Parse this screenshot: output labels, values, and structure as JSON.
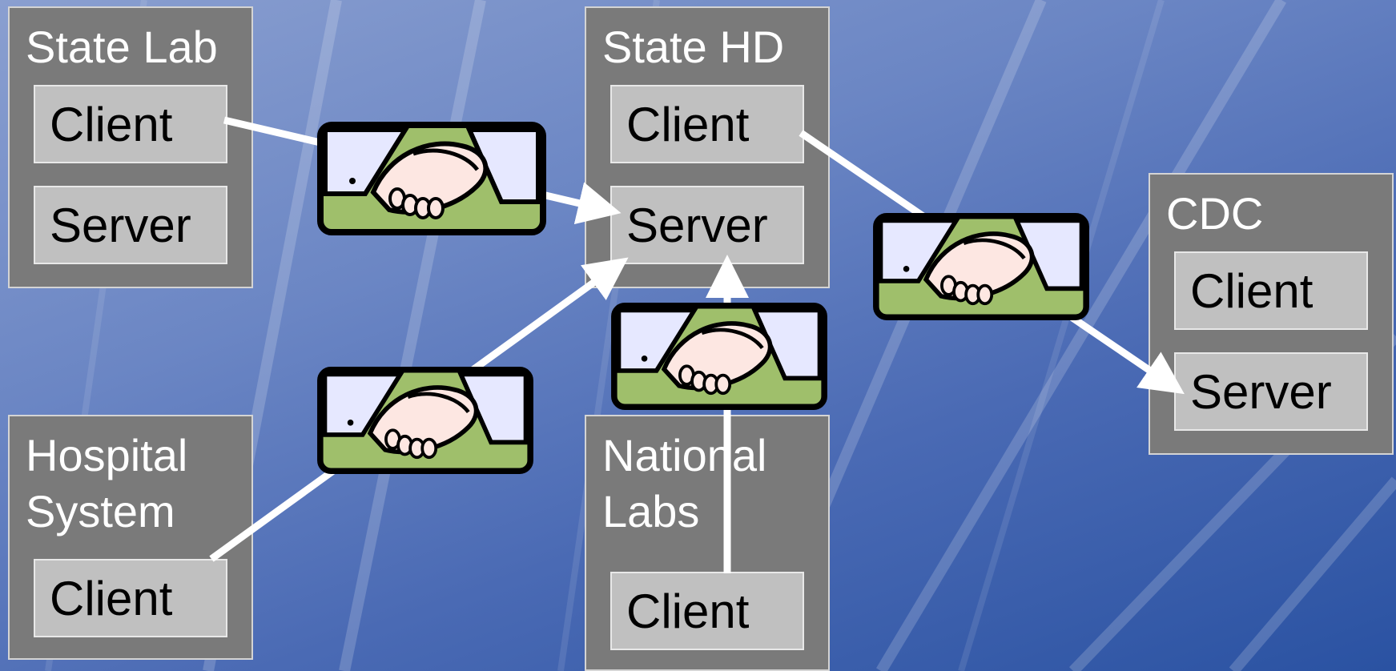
{
  "nodes": {
    "state_lab": {
      "title": "State Lab",
      "client": "Client",
      "server": "Server"
    },
    "state_hd": {
      "title": "State HD",
      "client": "Client",
      "server": "Server"
    },
    "cdc": {
      "title": "CDC",
      "client": "Client",
      "server": "Server"
    },
    "hospital_system": {
      "title": "Hospital\nSystem",
      "client": "Client"
    },
    "national_labs": {
      "title": "National\nLabs",
      "client": "Client"
    }
  },
  "icons": [
    "handshake-icon",
    "handshake-icon",
    "handshake-icon",
    "handshake-icon"
  ],
  "colors": {
    "node_fill": "#7a7a7a",
    "box_fill": "#c0c0c0",
    "connector": "#ffffff",
    "handshake_bg": "#9fbf6b"
  }
}
